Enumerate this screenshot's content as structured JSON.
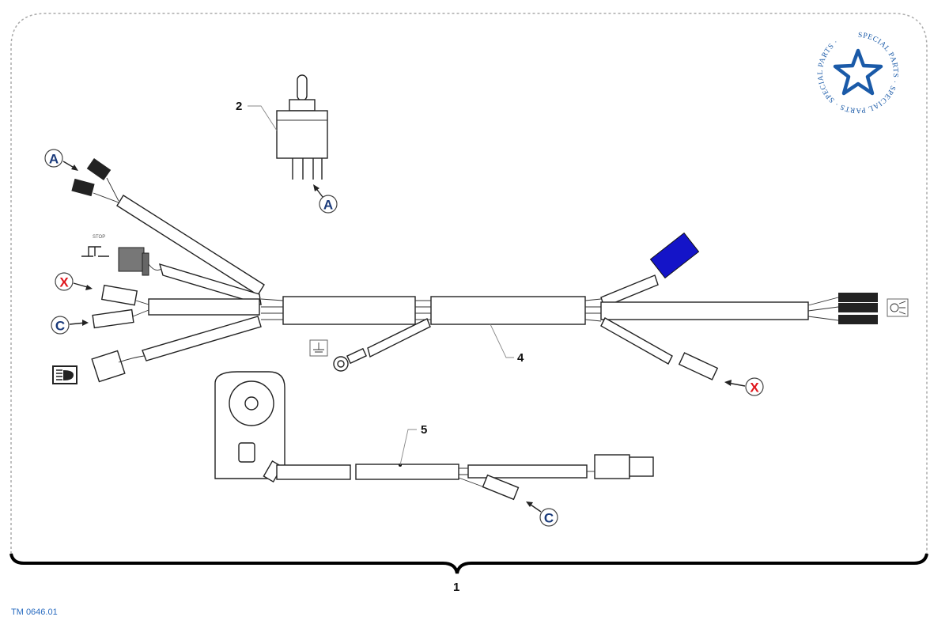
{
  "diagram": {
    "title_reference": "TM 0646.01",
    "badge": {
      "text": "SPECIAL PARTS · SPECIAL PARTS · SPECIAL PARTS ·",
      "color": "#1a5aa8"
    },
    "assembly_label": "1",
    "part_labels": {
      "switch": "2",
      "main_harness": "4",
      "sensor_harness": "5"
    },
    "callouts": [
      {
        "id": "A-left",
        "letter": "A",
        "color": "#1a3a7a",
        "target": "twin black terminals"
      },
      {
        "id": "A-switch",
        "letter": "A",
        "color": "#1a3a7a",
        "target": "toggle switch pins"
      },
      {
        "id": "X-left",
        "letter": "X",
        "color": "#e0151b",
        "target": "left connector"
      },
      {
        "id": "C-left",
        "letter": "C",
        "color": "#1a3a7a",
        "target": "left bullet connector"
      },
      {
        "id": "X-right",
        "letter": "X",
        "color": "#e0151b",
        "target": "right bullet connector"
      },
      {
        "id": "C-bottom",
        "letter": "C",
        "color": "#1a3a7a",
        "target": "sensor branch connector"
      }
    ],
    "symbols": [
      "stop-switch-symbol",
      "headlight-symbol",
      "ground-symbol",
      "lamp-symbol"
    ],
    "symbol_text": {
      "stop": "STOP"
    },
    "colors": {
      "blue_connector": "#1414c8",
      "grey_connector": "#777777",
      "dashed_border": "#aaaaaa"
    }
  }
}
